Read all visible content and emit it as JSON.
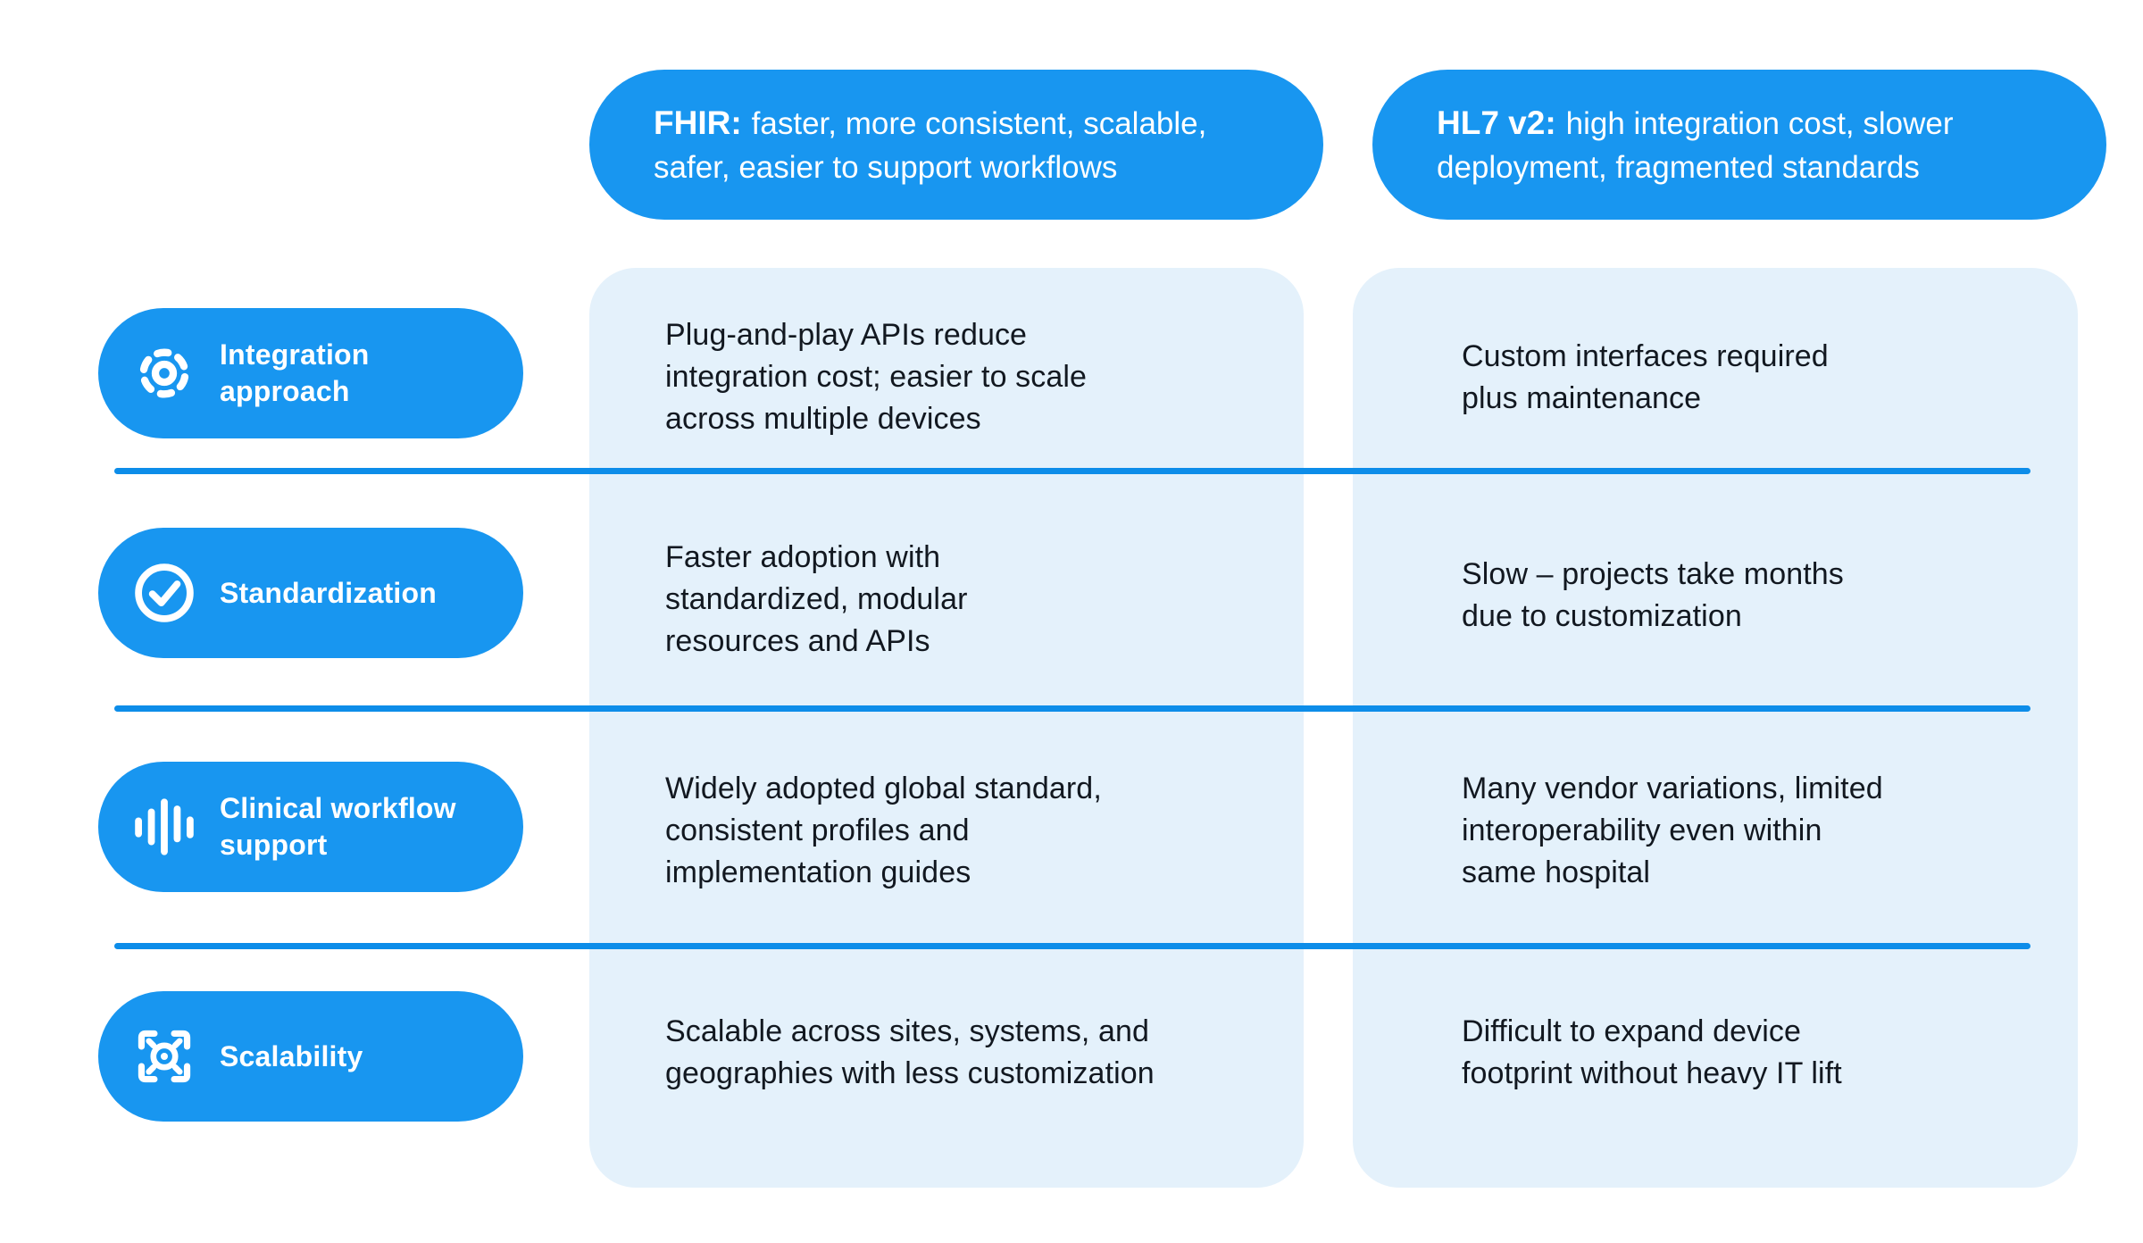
{
  "colors": {
    "accent_blue": "#1896F0",
    "divider_blue": "#0D8DE9",
    "panel_light_blue": "#E4F1FB",
    "cell_text": "#121820",
    "pill_text": "#FFFFFF"
  },
  "columns": [
    {
      "id": "fhir",
      "lead": "FHIR:",
      "summary": "faster, more consistent, scalable,\nsafer, easier to support workflows"
    },
    {
      "id": "hl7",
      "lead": "HL7 v2:",
      "summary": "high integration cost, slower\ndeployment, fragmented standards"
    }
  ],
  "rows": [
    {
      "label": "Integration\napproach",
      "icon": "gear-icon",
      "fhir": "Plug-and-play APIs reduce\nintegration cost; easier to scale\nacross multiple devices",
      "hl7": "Custom interfaces required\nplus maintenance"
    },
    {
      "label": "Standardization",
      "icon": "check-circle-icon",
      "fhir": "Faster adoption with\nstandardized, modular\nresources and APIs",
      "hl7": "Slow – projects take months\ndue to customization"
    },
    {
      "label": "Clinical workflow\nsupport",
      "icon": "waveform-icon",
      "fhir": "Widely adopted global standard,\nconsistent profiles and\nimplementation guides",
      "hl7": "Many vendor variations, limited\ninteroperability even within\nsame hospital"
    },
    {
      "label": "Scalability",
      "icon": "expand-target-icon",
      "fhir": "Scalable across sites, systems, and\ngeographies with less customization",
      "hl7": "Difficult to expand device\nfootprint without heavy IT lift"
    }
  ]
}
